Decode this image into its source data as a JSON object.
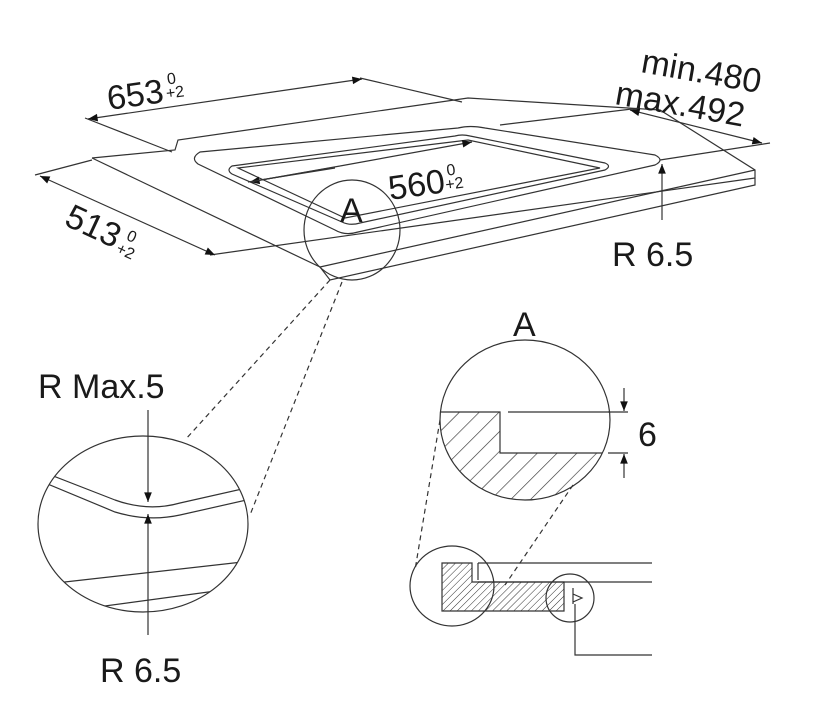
{
  "labels": {
    "dim_653": "653",
    "dim_653_tol_upper": "0",
    "dim_653_tol_lower": "+2",
    "dim_513": "513",
    "dim_513_tol_upper": "0",
    "dim_513_tol_lower": "+2",
    "dim_560": "560",
    "dim_560_tol_upper": "0",
    "dim_560_tol_lower": "+2",
    "depth_min": "min.480",
    "depth_max": "max.492",
    "radius_top": "R 6.5",
    "detail_marker": "A",
    "radius_max": "R Max.5",
    "radius_bottom": "R 6.5",
    "detail_title": "A",
    "step_height": "6"
  }
}
